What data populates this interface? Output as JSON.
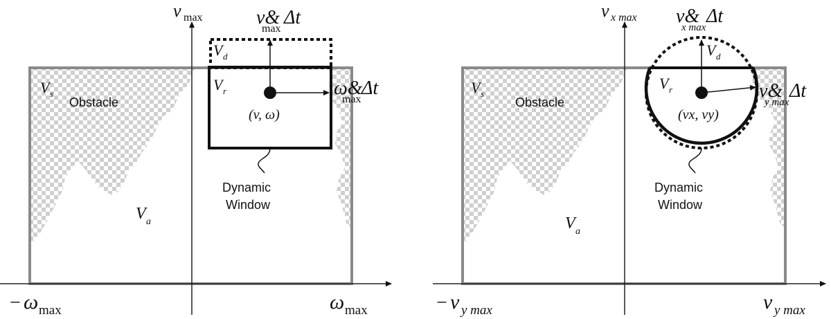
{
  "left_panel": {
    "y_axis_label": {
      "var": "v",
      "sub": "max"
    },
    "x_min_label": {
      "prefix": "−",
      "var": "ω",
      "sub": "max"
    },
    "x_max_label": {
      "var": "ω",
      "sub": "max"
    },
    "region_vs": {
      "var": "V",
      "sub": "s"
    },
    "region_va": {
      "var": "V",
      "sub": "a"
    },
    "region_vd": {
      "var": "V",
      "sub": "d"
    },
    "region_vr": {
      "var": "V",
      "sub": "r"
    },
    "obstacle_label": "Obstacle",
    "window_label_line1": "Dynamic",
    "window_label_line2": "Window",
    "center_label": "(v, ω)",
    "up_arrow_label": {
      "var": "v&",
      "sub": "max",
      "suffix": " Δt"
    },
    "right_arrow_label": {
      "var": "ω&",
      "sub": "max",
      "suffix": " Δt"
    }
  },
  "right_panel": {
    "y_axis_label": {
      "var": "v",
      "sub": "x max"
    },
    "x_min_label": {
      "prefix": "−",
      "var": "v",
      "sub": "y max"
    },
    "x_max_label": {
      "var": "v",
      "sub": "y max"
    },
    "region_vs": {
      "var": "V",
      "sub": "s"
    },
    "region_va": {
      "var": "V",
      "sub": "a"
    },
    "region_vd": {
      "var": "V",
      "sub": "d"
    },
    "region_vr": {
      "var": "V",
      "sub": "r"
    },
    "obstacle_label": "Obstacle",
    "window_label_line1": "Dynamic",
    "window_label_line2": "Window",
    "center_label": "(vx, vy)",
    "up_arrow_label": {
      "var": "v&",
      "sub": "x max",
      "suffix": " Δt"
    },
    "right_arrow_label": {
      "var": "v&",
      "sub": "y max",
      "suffix": " Δt"
    }
  },
  "colors": {
    "frame": "#8a8a8a",
    "axis": "#222222",
    "window": "#111111",
    "checker_dark": "#cfcfcf",
    "checker_light": "#ffffff"
  }
}
